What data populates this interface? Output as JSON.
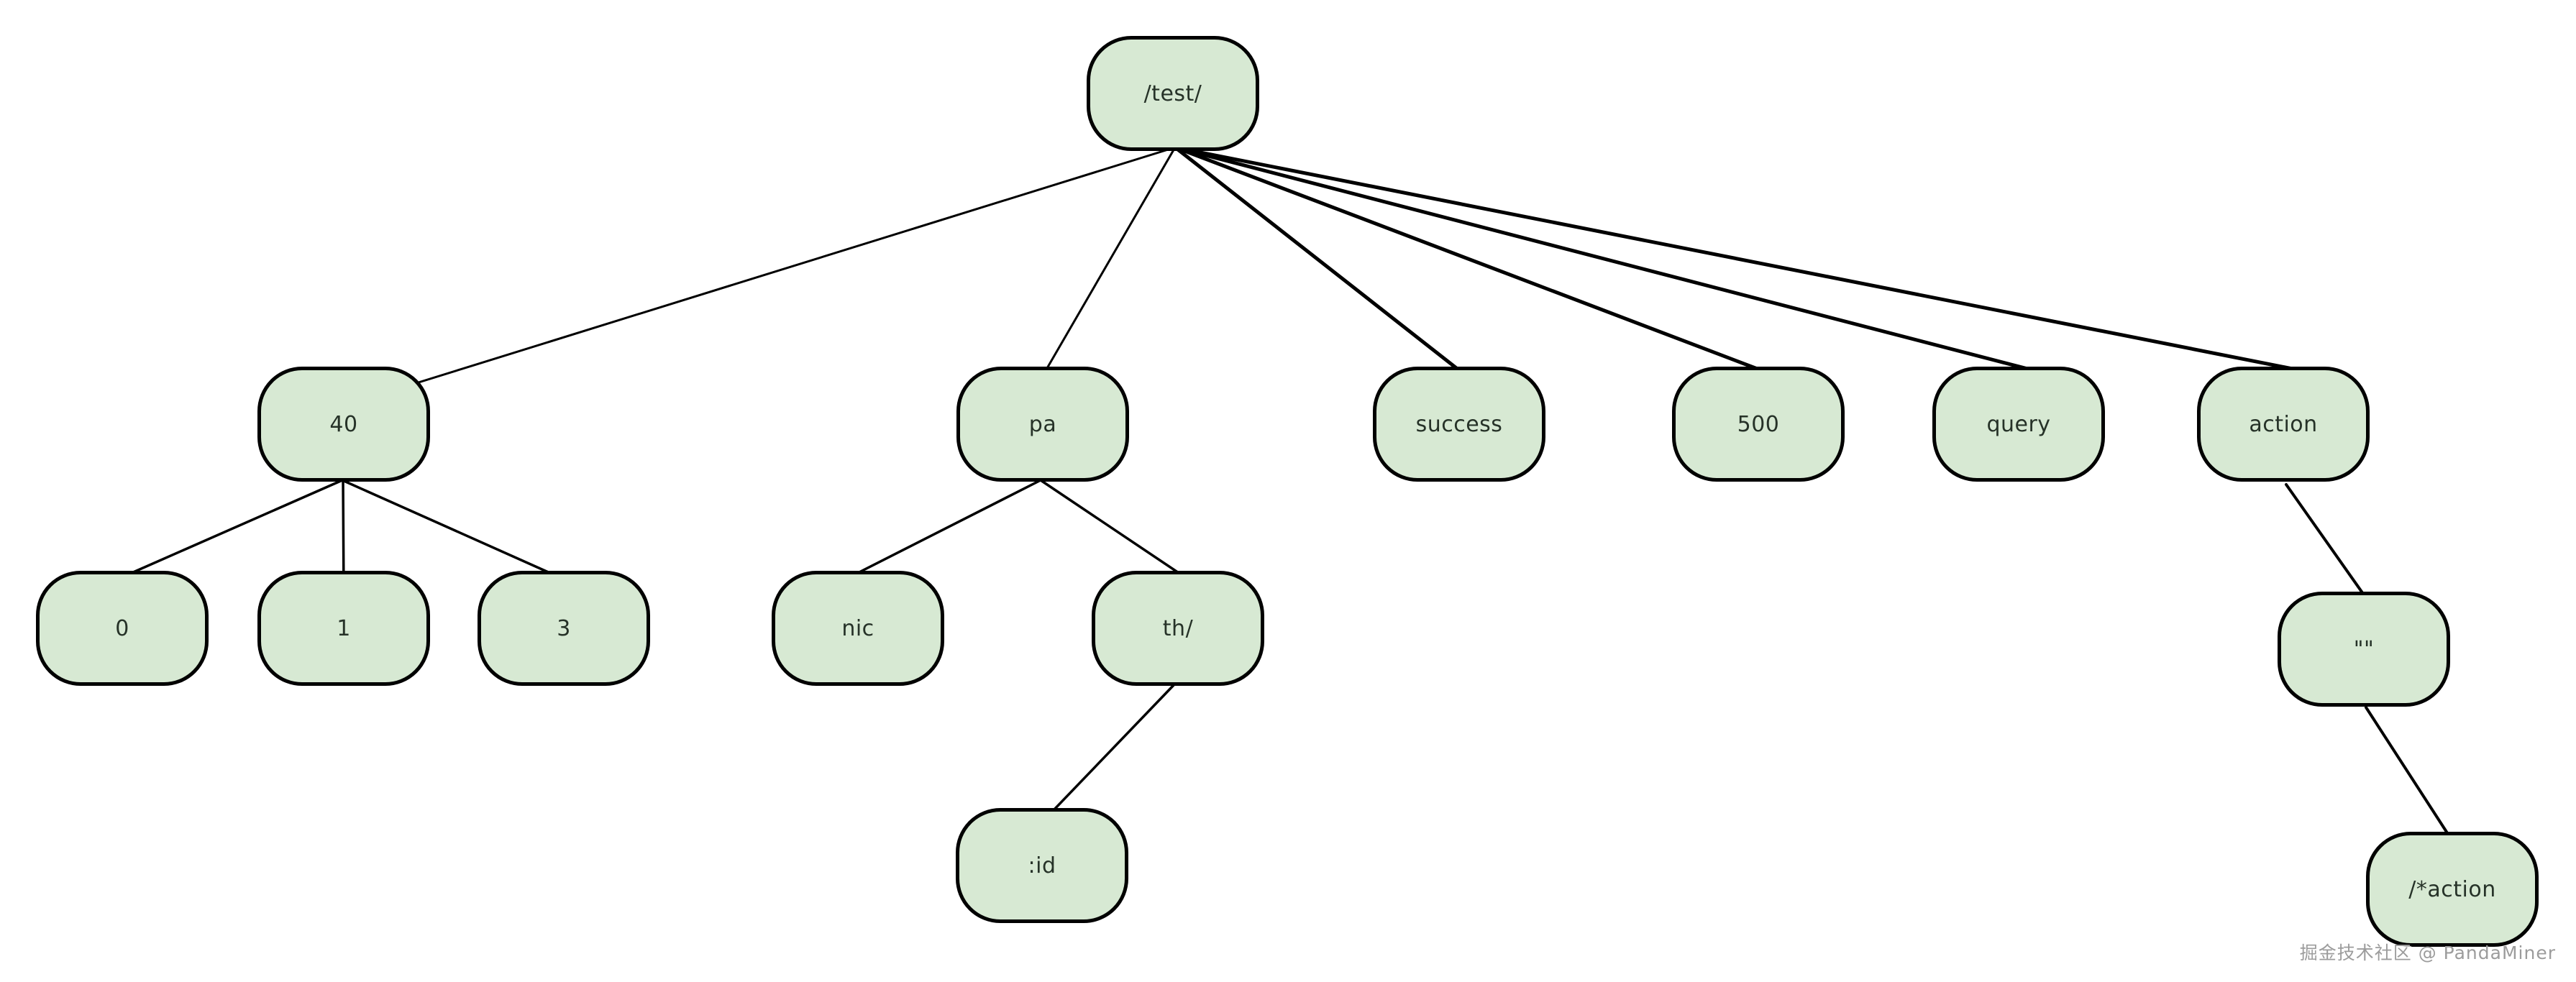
{
  "diagram": {
    "type": "tree",
    "nodes": [
      {
        "id": "root",
        "label": "/test/"
      },
      {
        "id": "40",
        "label": "40"
      },
      {
        "id": "pa",
        "label": "pa"
      },
      {
        "id": "success",
        "label": "success"
      },
      {
        "id": "500",
        "label": "500"
      },
      {
        "id": "query",
        "label": "query"
      },
      {
        "id": "action",
        "label": "action"
      },
      {
        "id": "0",
        "label": "0"
      },
      {
        "id": "1",
        "label": "1"
      },
      {
        "id": "3",
        "label": "3"
      },
      {
        "id": "nic",
        "label": "nic"
      },
      {
        "id": "th",
        "label": "th/"
      },
      {
        "id": "id",
        "label": ":id"
      },
      {
        "id": "quotes",
        "label": "\"\""
      },
      {
        "id": "wildcard",
        "label": "/*action"
      }
    ],
    "edges": [
      {
        "from": "root",
        "to": "40"
      },
      {
        "from": "root",
        "to": "pa"
      },
      {
        "from": "root",
        "to": "success"
      },
      {
        "from": "root",
        "to": "500"
      },
      {
        "from": "root",
        "to": "query"
      },
      {
        "from": "root",
        "to": "action"
      },
      {
        "from": "40",
        "to": "0"
      },
      {
        "from": "40",
        "to": "1"
      },
      {
        "from": "40",
        "to": "3"
      },
      {
        "from": "pa",
        "to": "nic"
      },
      {
        "from": "pa",
        "to": "th"
      },
      {
        "from": "th",
        "to": "id"
      },
      {
        "from": "action",
        "to": "quotes"
      },
      {
        "from": "quotes",
        "to": "wildcard"
      }
    ]
  },
  "colors": {
    "node_fill": "#d7e9d3",
    "node_stroke": "#000000",
    "edge": "#000000",
    "node_text": "#263228",
    "watermark_text": "#9c9c9c"
  },
  "watermark": {
    "text": "掘金技术社区 @ PandaMiner"
  }
}
